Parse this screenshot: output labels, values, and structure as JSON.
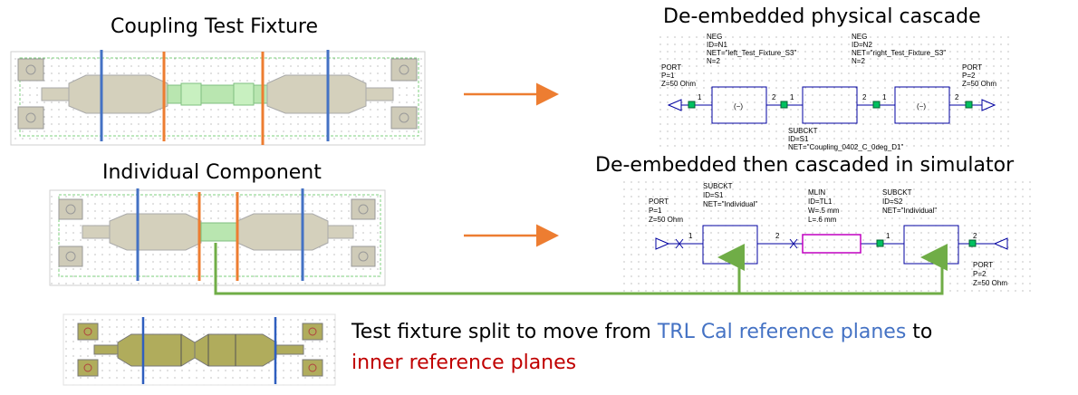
{
  "titles": {
    "fixture": "Coupling Test Fixture",
    "component": "Individual Component",
    "physical": "De-embedded physical cascade",
    "simulator": "De-embedded then cascaded in simulator"
  },
  "caption": {
    "prefix": "Test fixture split to move from ",
    "blue_phrase": "TRL Cal reference planes",
    "middle": " to",
    "red_phrase": "inner reference planes"
  },
  "schematic_top": {
    "neg1": [
      "NEG",
      "ID=N1",
      "NET=\"left_Test_Fixture_S3\"",
      "N=2"
    ],
    "neg2": [
      "NEG",
      "ID=N2",
      "NET=\"right_Test_Fixture_S3\"",
      "N=2"
    ],
    "port1": [
      "PORT",
      "P=1",
      "Z=50 Ohm"
    ],
    "port2": [
      "PORT",
      "P=2",
      "Z=50 Ohm"
    ],
    "subckt": [
      "SUBCKT",
      "ID=S1",
      "NET=\"Coupling_0402_C_0deg_D1\""
    ],
    "neg_symbol": "(−)",
    "pin1": "1",
    "pin2": "2"
  },
  "schematic_bottom": {
    "port1": [
      "PORT",
      "P=1",
      "Z=50 Ohm"
    ],
    "sub1": [
      "SUBCKT",
      "ID=S1",
      "NET=\"Individual\""
    ],
    "mlin": [
      "MLIN",
      "ID=TL1",
      "W=.5 mm",
      "L=.6 mm"
    ],
    "sub2": [
      "SUBCKT",
      "ID=S2",
      "NET=\"Individual\""
    ],
    "port2": [
      "PORT",
      "P=2",
      "Z=50 Ohm"
    ],
    "pin1": "1",
    "pin2": "2"
  },
  "colors": {
    "trl_plane": "#4472c4",
    "inner_plane": "#ed7d31",
    "arrow": "#ed7d31",
    "connector": "#70ad47",
    "schematic_wire": "#0000a0",
    "mlin": "#c000c0",
    "pad": "#c8c8a8",
    "pad_olive": "#b0ac5c"
  }
}
